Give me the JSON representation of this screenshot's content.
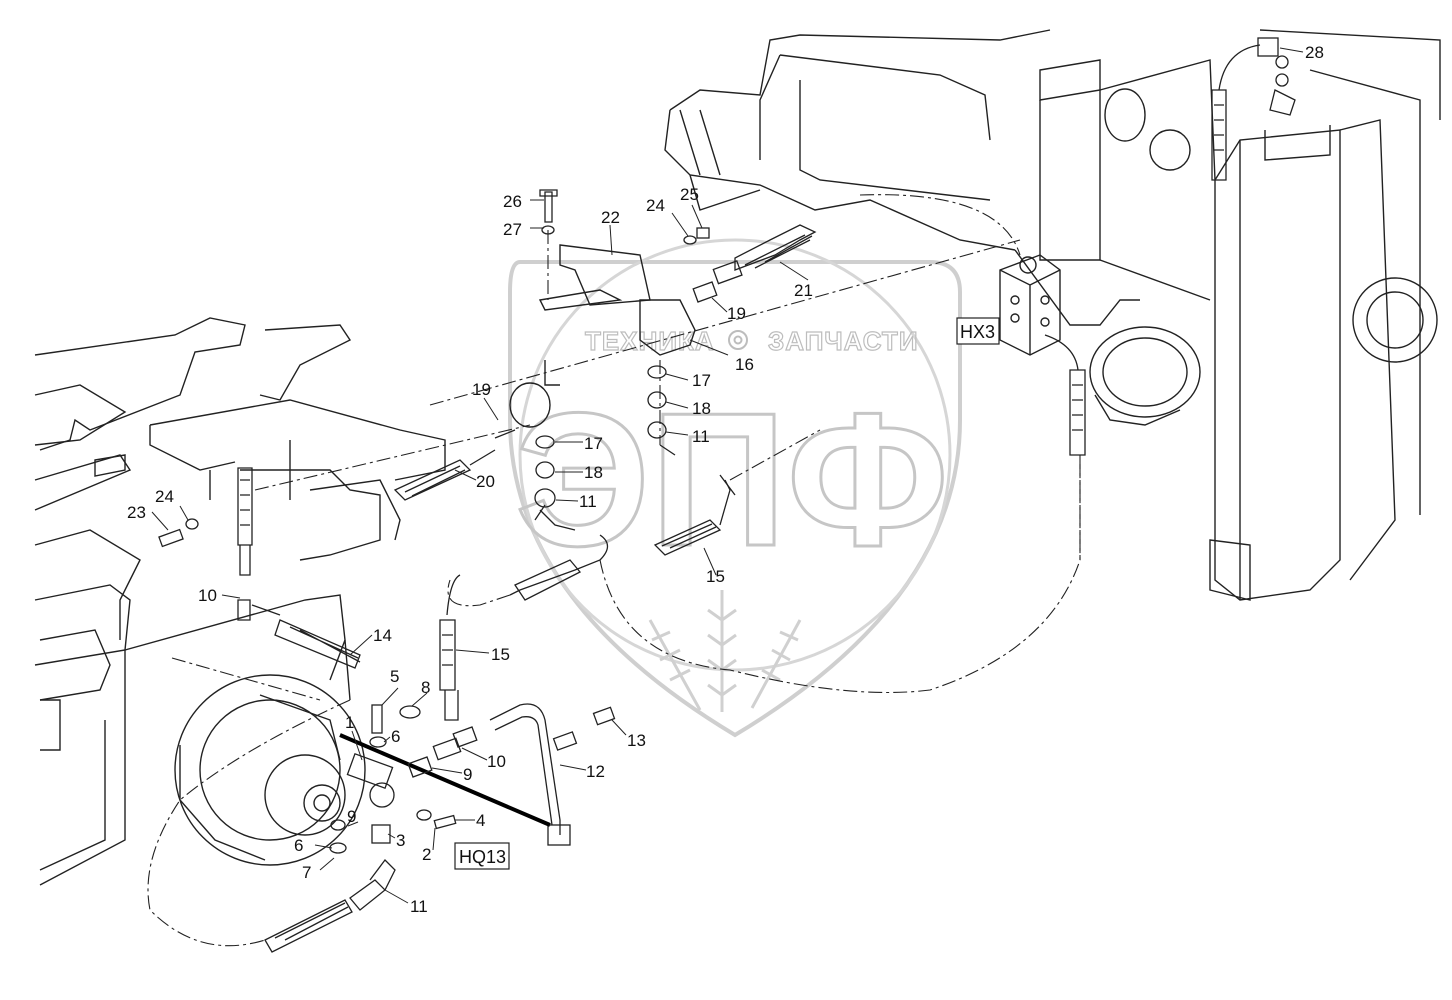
{
  "watermark": {
    "left_word": "ТЕХНИКА",
    "right_word": "ЗАПЧАСТИ",
    "monogram": "ЭПФ"
  },
  "tags": {
    "hx3": "HX3",
    "hq13": "HQ13"
  },
  "callouts": [
    {
      "id": "c26",
      "text": "26"
    },
    {
      "id": "c27",
      "text": "27"
    },
    {
      "id": "c22",
      "text": "22"
    },
    {
      "id": "c24a",
      "text": "24"
    },
    {
      "id": "c25",
      "text": "25"
    },
    {
      "id": "c19a",
      "text": "19"
    },
    {
      "id": "c21",
      "text": "21"
    },
    {
      "id": "c16",
      "text": "16"
    },
    {
      "id": "c19b",
      "text": "19"
    },
    {
      "id": "c17a",
      "text": "17"
    },
    {
      "id": "c18a",
      "text": "18"
    },
    {
      "id": "c11a",
      "text": "11"
    },
    {
      "id": "c17b",
      "text": "17"
    },
    {
      "id": "c18b",
      "text": "18"
    },
    {
      "id": "c11b",
      "text": "11"
    },
    {
      "id": "c20",
      "text": "20"
    },
    {
      "id": "c24b",
      "text": "24"
    },
    {
      "id": "c23",
      "text": "23"
    },
    {
      "id": "c15a",
      "text": "15"
    },
    {
      "id": "c10a",
      "text": "10"
    },
    {
      "id": "c14",
      "text": "14"
    },
    {
      "id": "c15b",
      "text": "15"
    },
    {
      "id": "c5",
      "text": "5"
    },
    {
      "id": "c8",
      "text": "8"
    },
    {
      "id": "c1",
      "text": "1"
    },
    {
      "id": "c6a",
      "text": "6"
    },
    {
      "id": "c10b",
      "text": "10"
    },
    {
      "id": "c9a",
      "text": "9"
    },
    {
      "id": "c13",
      "text": "13"
    },
    {
      "id": "c12",
      "text": "12"
    },
    {
      "id": "c4",
      "text": "4"
    },
    {
      "id": "c9b",
      "text": "9"
    },
    {
      "id": "c3",
      "text": "3"
    },
    {
      "id": "c2",
      "text": "2"
    },
    {
      "id": "c6b",
      "text": "6"
    },
    {
      "id": "c7",
      "text": "7"
    },
    {
      "id": "c11c",
      "text": "11"
    },
    {
      "id": "c28",
      "text": "28"
    }
  ]
}
